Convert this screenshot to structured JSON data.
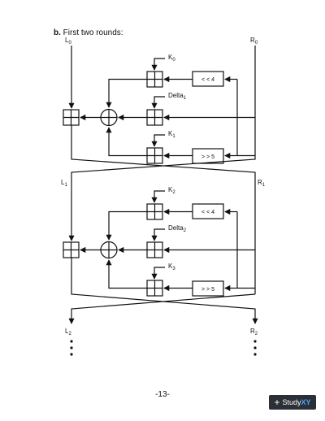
{
  "heading": {
    "prefix": "b.",
    "text": "First two rounds:"
  },
  "labels": {
    "L0": "L",
    "L0_sub": "0",
    "R0": "R",
    "R0_sub": "0",
    "L1": "L",
    "L1_sub": "1",
    "R1": "R",
    "R1_sub": "1",
    "L2": "L",
    "L2_sub": "2",
    "R2": "R",
    "R2_sub": "2"
  },
  "round1": {
    "K0": "K",
    "K0_sub": "0",
    "Delta": "Delta",
    "Delta_sub": "1",
    "K1": "K",
    "K1_sub": "1",
    "shl": "< < 4",
    "shr": "> > 5"
  },
  "round2": {
    "K2": "K",
    "K2_sub": "2",
    "Delta": "Delta",
    "Delta_sub": "2",
    "K3": "K",
    "K3_sub": "3",
    "shl": "< < 4",
    "shr": "> > 5"
  },
  "page_number": "-13-",
  "logo": {
    "text": "Study",
    "accent": "XY"
  }
}
